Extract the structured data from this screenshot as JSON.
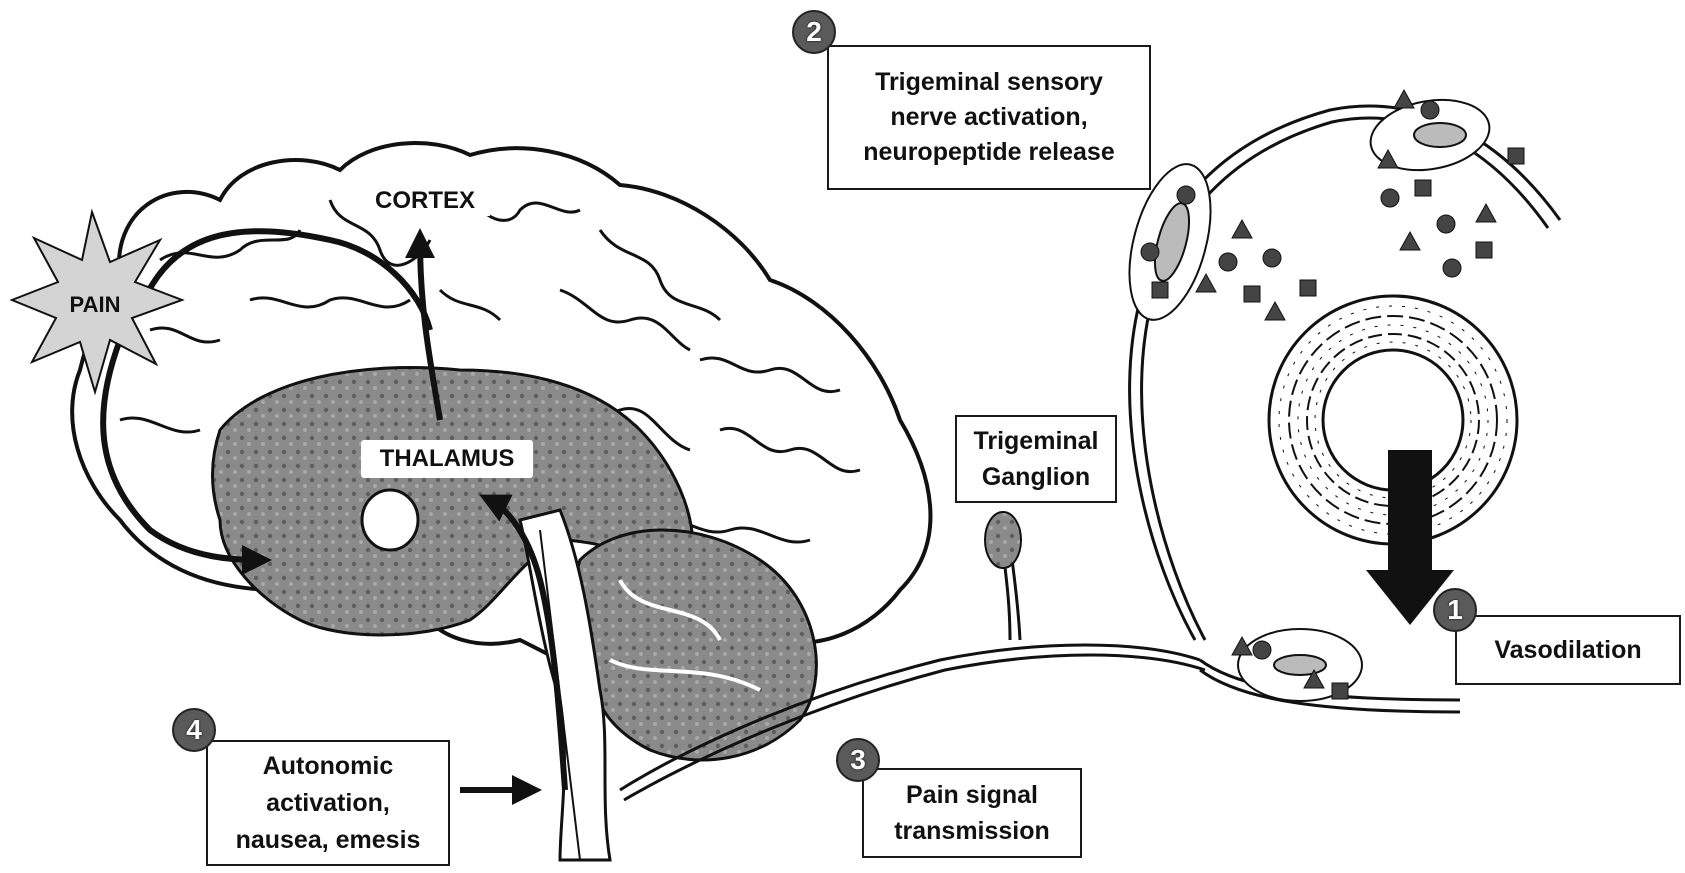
{
  "labels": {
    "pain": "PAIN",
    "cortex": "CORTEX",
    "thalamus": "THALAMUS",
    "ganglion": [
      "Trigeminal",
      "Ganglion"
    ],
    "step1": {
      "number": "1",
      "lines": [
        "Vasodilation"
      ]
    },
    "step2": {
      "number": "2",
      "lines": [
        "Trigeminal sensory",
        "nerve activation,",
        "neuropeptide release"
      ]
    },
    "step3": {
      "number": "3",
      "lines": [
        "Pain signal",
        "transmission"
      ]
    },
    "step4": {
      "number": "4",
      "lines": [
        "Autonomic",
        "activation,",
        "nausea, emesis"
      ]
    }
  }
}
